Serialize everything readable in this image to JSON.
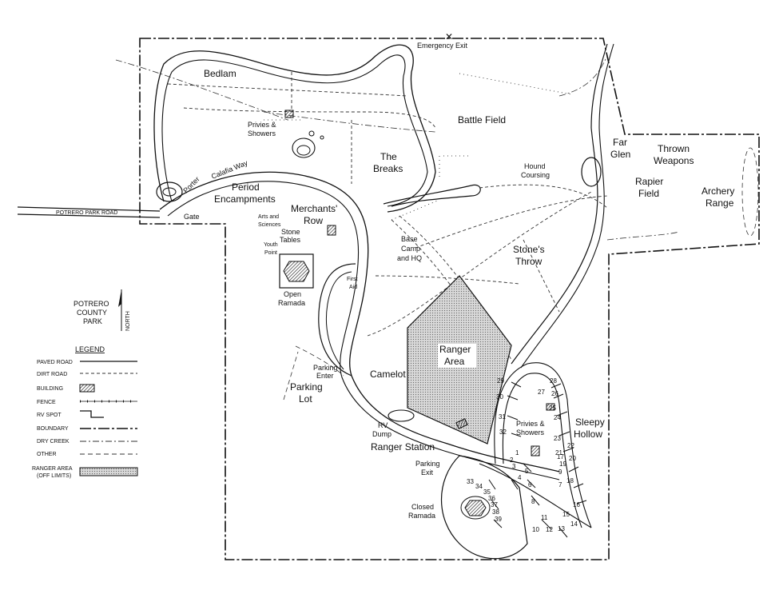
{
  "map": {
    "areas": {
      "bedlam": "Bedlam",
      "battle_field": "Battle Field",
      "the_breaks_1": "The",
      "the_breaks_2": "Breaks",
      "period_1": "Period",
      "period_2": "Encampments",
      "merchants_1": "Merchants'",
      "merchants_2": "Row",
      "far_glen_1": "Far",
      "far_glen_2": "Glen",
      "thrown_1": "Thrown",
      "thrown_2": "Weapons",
      "rapier_1": "Rapier",
      "rapier_2": "Field",
      "archery_1": "Archery",
      "archery_2": "Range",
      "stones_throw_1": "Stone's",
      "stones_throw_2": "Throw",
      "ranger_area_1": "Ranger",
      "ranger_area_2": "Area",
      "camelot": "Camelot",
      "parking_lot_1": "Parking",
      "parking_lot_2": "Lot",
      "sleepy_1": "Sleepy",
      "sleepy_2": "Hollow",
      "ranger_station": "Ranger Station"
    },
    "features": {
      "emergency_exit": "Emergency Exit",
      "privies_1": "Privies &",
      "privies_2": "Showers",
      "calafia_way": "Calafia Way",
      "porter": "Porter",
      "potrero_park_road": "POTRERO PARK ROAD",
      "gate": "Gate",
      "arts_1": "Arts and",
      "arts_2": "Sciences",
      "stone_tables_1": "Stone",
      "stone_tables_2": "Tables",
      "youth_1": "Youth",
      "youth_2": "Point",
      "open_ramada_1": "Open",
      "open_ramada_2": "Ramada",
      "first_aid_1": "First",
      "first_aid_2": "Aid",
      "base_camp_1": "Base",
      "base_camp_2": "Camp",
      "base_camp_3": "and HQ",
      "hound_1": "Hound",
      "hound_2": "Coursing",
      "parking_enter_1": "Parking",
      "parking_enter_2": "Enter",
      "rv_dump_1": "RV",
      "rv_dump_2": "Dump",
      "parking_exit_1": "Parking",
      "parking_exit_2": "Exit",
      "closed_ramada_1": "Closed",
      "closed_ramada_2": "Ramada",
      "privies_b_1": "Privies &",
      "privies_b_2": "Showers"
    },
    "park_1": "POTRERO",
    "park_2": "COUNTY",
    "park_3": "PARK",
    "north": "NORTH",
    "rv_spots": [
      "1",
      "2",
      "3",
      "4",
      "5",
      "6",
      "7",
      "8",
      "9",
      "10",
      "11",
      "12",
      "13",
      "14",
      "15",
      "16",
      "17",
      "18",
      "19",
      "20",
      "21",
      "22",
      "23",
      "24",
      "25",
      "26",
      "27",
      "28",
      "29",
      "30",
      "31",
      "32",
      "33",
      "34",
      "35",
      "36",
      "37",
      "38",
      "39"
    ]
  },
  "legend": {
    "title": "LEGEND",
    "items": [
      "PAVED ROAD",
      "DIRT ROAD",
      "BUILDING",
      "FENCE",
      "RV SPOT",
      "BOUNDARY",
      "DRY CREEK",
      "OTHER"
    ],
    "ranger_1": "RANGER AREA",
    "ranger_2": "(OFF LIMITS)"
  }
}
